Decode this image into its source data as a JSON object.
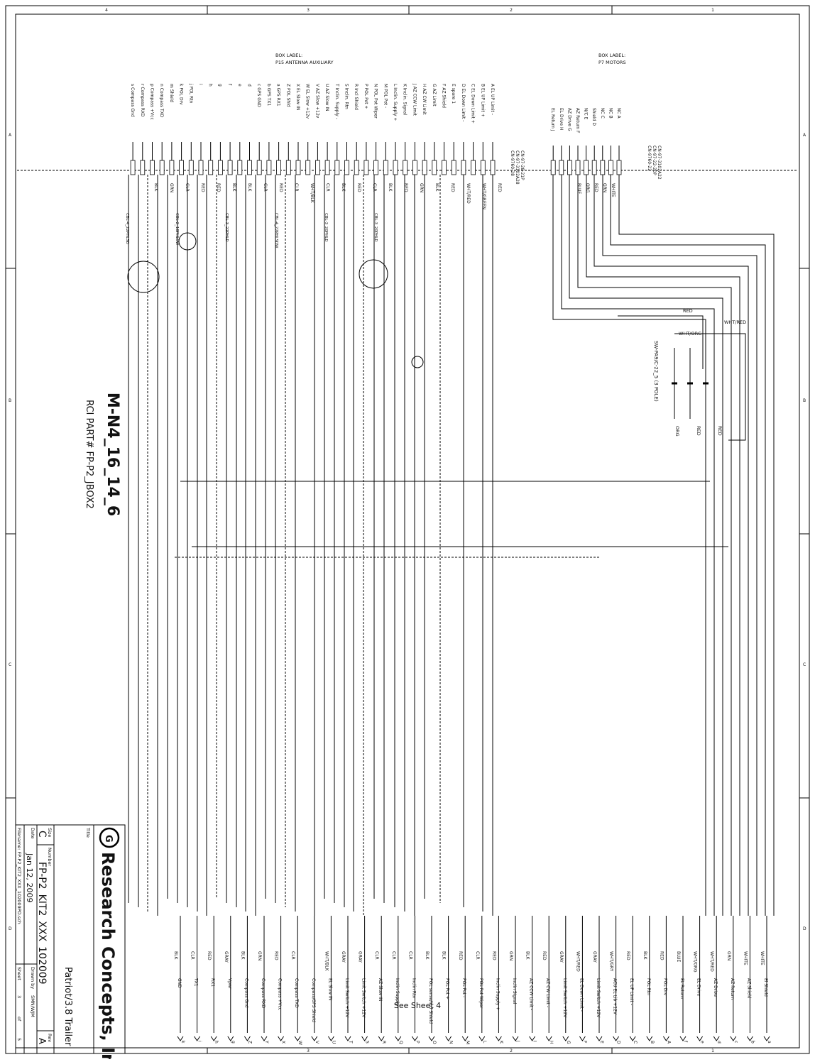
{
  "title_block": {
    "company": "Research Concepts, Inc.",
    "title_caption": "Title",
    "title": "Patriot/3.8 Trailer",
    "size_caption": "Size",
    "size": "C",
    "number_caption": "Number",
    "number": "FP-P2_KIT2_XXX_102009",
    "rev_caption": "Rev",
    "rev": "A",
    "date_caption": "Date",
    "date": "Jan 12, 2009",
    "drawn_caption": "Drawn by",
    "drawn_by": "SMN/WJM",
    "filename": "Filename: FP-P2_KIT2_XXX_102009PD.sch",
    "sheet_caption": "Sheet",
    "sheet": "3",
    "of_caption": "of",
    "of": "5"
  },
  "part": {
    "name": "M-N4_16_14_6",
    "rci_part": "RCI PART# FP-P2_JBOX2"
  },
  "see_sheet": "See Sheet 4",
  "box_labels": {
    "p15": [
      "BOX LABEL:",
      "P15 ANTENNA AUXILIARY"
    ],
    "p7": [
      "BOX LABEL:",
      "P7 MOTORS"
    ]
  },
  "connector_parts": {
    "p7": [
      "CN-97-3102A22",
      "CN-97-22-20P",
      "CN-9760-22"
    ],
    "p15": [
      "CN-97-28-21P",
      "CN-97-3102A28",
      "CN-9760-28"
    ]
  },
  "switch_part": "SW-PA9/C-22_5 (3 POLE)",
  "grid": {
    "columns": [
      "4",
      "3",
      "2",
      "1"
    ],
    "rows": [
      "A",
      "B",
      "C",
      "D"
    ]
  },
  "p7_pins": [
    "NC A",
    "NC B",
    "NC C",
    "Shield D",
    "N/C E",
    "AZ Return F",
    "AZ Drive G",
    "EL Drive H",
    "EL Return J"
  ],
  "p15_pins": [
    "A EL UP Limit -",
    "B EL UP Limit +",
    "C EL Down Limit +",
    "D EL Down Limit -",
    "E spare 1",
    "F AZ Shield",
    "G AZ Limit",
    "H AZ CW Limit",
    "J AZ CCW Limit",
    "K Inclin. Signal",
    "L Inclin. Supply +",
    "M POL Pot -",
    "N POL Pot Wiper",
    "P POL Pot +",
    "R Incl Shield",
    "S Inclin. Rtn",
    "T Inclin. Supply -",
    "U AZ Slow IN",
    "V AZ Slow +12v",
    "W EL Slow +12v",
    "X EL Slow IN",
    "Z POL Shld",
    "a GPS RX1",
    "b GPS TX1",
    "c GPS GND",
    "d",
    "e",
    "f",
    "g",
    "h",
    "i",
    "j POL Rtn",
    "k POL Drv",
    "m Shield",
    "n Compass TXD",
    "p Compass +Vcc",
    "r Compass RXD",
    "s Compass Gnd"
  ],
  "wire_colors": [
    "RED",
    "WHT/GREEN",
    "WHT/RED",
    "RED",
    "BLK",
    "GRN",
    "RED",
    "BLK",
    "CLR",
    "RED",
    "BLK",
    "CLR",
    "WHT/BLK",
    "CLR",
    "RED",
    "CLR",
    "BLK",
    "BLK",
    "RED",
    "RED",
    "CLR",
    "GRN",
    "BLK"
  ],
  "p7_wire_colors": [
    "WHITE",
    "GRN",
    "RED",
    "ORG",
    "BLUE"
  ],
  "switch_wires": [
    "RED",
    "WHT/RED",
    "WHT/ORG",
    "ORG",
    "RED",
    "RED"
  ],
  "cable_labels": [
    "CBL-4_22PHLSD",
    "CBL-2_18PHLSW",
    "CBL-3_22PHLD",
    "CBL-4_22PHLSDW",
    "CBL-3_20PHLD",
    "CBL-3_20PHLD"
  ],
  "bottom_terminals": [
    {
      "pin": "a",
      "color": "WHITE",
      "label": "El Shield"
    },
    {
      "pin": "b",
      "color": "WHITE",
      "label": "AZ Shield"
    },
    {
      "pin": "c",
      "color": "GRN",
      "label": "AZ Return"
    },
    {
      "pin": "d",
      "color": "WHT/RED",
      "label": "AZ Drive"
    },
    {
      "pin": "e",
      "color": "WHT/ORG",
      "label": "EL Drive"
    },
    {
      "pin": "f",
      "color": "BLUE",
      "label": "EL Return"
    },
    {
      "pin": "A",
      "color": "RED",
      "label": "POL Drv"
    },
    {
      "pin": "B",
      "color": "BLK",
      "label": "POL Rtn"
    },
    {
      "pin": "C",
      "color": "RED",
      "label": "EL UP Limit -"
    },
    {
      "pin": "D",
      "color": "WHT/GRY",
      "label": "ACU EL Lib +12V"
    },
    {
      "pin": "E",
      "color": "GRAY",
      "label": "Limit Switch +12V"
    },
    {
      "pin": "F",
      "color": "WHT/RED",
      "label": "EL Down Limit -"
    },
    {
      "pin": "G",
      "color": "GRAY",
      "label": "Limit Switch +12V"
    },
    {
      "pin": "H",
      "color": "RED",
      "label": "AZ CW Limit -"
    },
    {
      "pin": "I",
      "color": "BLK",
      "label": "AZ CCW Limit -"
    },
    {
      "pin": "J",
      "color": "GRN",
      "label": "Inclin Signal"
    },
    {
      "pin": "K",
      "color": "RED",
      "label": "Inclin Supply +"
    },
    {
      "pin": "L",
      "color": "CLR",
      "label": "POL Pot Wiper"
    },
    {
      "pin": "M",
      "color": "RED",
      "label": "POL Pot -"
    },
    {
      "pin": "N",
      "color": "BLK",
      "label": "POL Pot +"
    },
    {
      "pin": "O",
      "color": "BLK",
      "label": "POL sense/Incl Shield"
    },
    {
      "pin": "P",
      "color": "CLR",
      "label": "Inclin Rtn"
    },
    {
      "pin": "Q",
      "color": "CLR",
      "label": "Inclin Supply -"
    },
    {
      "pin": "R",
      "color": "CLR",
      "label": "AZ Slow IN"
    },
    {
      "pin": "S",
      "color": "GRAY",
      "label": "Limit Switch +12V"
    },
    {
      "pin": "T",
      "color": "GRAY",
      "label": "Limit Switch +12V"
    },
    {
      "pin": "U",
      "color": "WHT/BLK",
      "label": "EL Slow IN"
    },
    {
      "pin": "V",
      "color": "",
      "label": "Compass/GPS Shield"
    },
    {
      "pin": "W",
      "color": "CLR",
      "label": "Compass TXD"
    },
    {
      "pin": "X",
      "color": "RED",
      "label": "Compass +Vcc"
    },
    {
      "pin": "Y",
      "color": "GRN",
      "label": "Compass RXD"
    },
    {
      "pin": "Z",
      "color": "BLK",
      "label": "Compass Gnd"
    },
    {
      "pin": "g",
      "color": "GRAY",
      "label": "Vpwr"
    },
    {
      "pin": "h",
      "color": "RED",
      "label": "RX1"
    },
    {
      "pin": "i",
      "color": "CLR",
      "label": "TX1"
    },
    {
      "pin": "k",
      "color": "BLK",
      "label": "GND"
    }
  ]
}
